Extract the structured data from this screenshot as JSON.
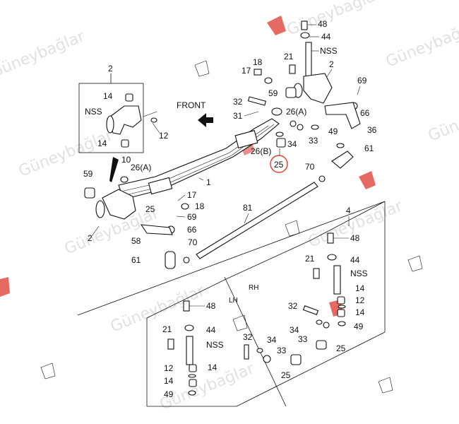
{
  "watermark": {
    "text": "Güneybağlar",
    "color": "#c8c8c8",
    "logo_color": "#e0453a"
  },
  "highlight": {
    "label": "25",
    "color": "#e0453a"
  },
  "front_label": "FRONT",
  "side_labels": {
    "rh": "RH",
    "lh": "LH"
  },
  "main_labels": {
    "l48": "48",
    "l44": "44",
    "l21": "21",
    "nss1": "NSS",
    "l2a": "2",
    "l17a": "17",
    "l18a": "18",
    "l69a": "69",
    "l32a": "32",
    "l59a": "59",
    "l26a_a": "26(A)",
    "l66a": "66",
    "l31": "31",
    "l49a": "49",
    "l36": "36",
    "l34a": "34",
    "l33a": "33",
    "l26b": "26(B)",
    "l61a": "61",
    "l70a": "70",
    "l1": "1",
    "l10": "10",
    "l26a_b": "26(A)",
    "l59b": "59",
    "l25a": "25",
    "l17b": "17",
    "l18b": "18",
    "l2b": "2",
    "l81": "81",
    "l69b": "69",
    "l66b": "66",
    "l58": "58",
    "l70b": "70",
    "l61b": "61",
    "l4": "4"
  },
  "inset_knuckle": {
    "num": "2",
    "l14a": "14",
    "nss": "NSS",
    "l12": "12",
    "l14b": "14"
  },
  "rh_labels": {
    "l48": "48",
    "l44": "44",
    "l21": "21",
    "nss": "NSS",
    "l14a": "14",
    "l12": "12",
    "l14b": "14",
    "l49": "49",
    "l32": "32",
    "l34": "34",
    "l33": "33",
    "l25": "25"
  },
  "lh_labels": {
    "l48": "48",
    "l44": "44",
    "l21": "21",
    "nss": "NSS",
    "l14a": "14",
    "l12": "12",
    "l14b": "14",
    "l49": "49",
    "l32": "32",
    "l34": "34",
    "l33": "33",
    "l25": "25"
  }
}
